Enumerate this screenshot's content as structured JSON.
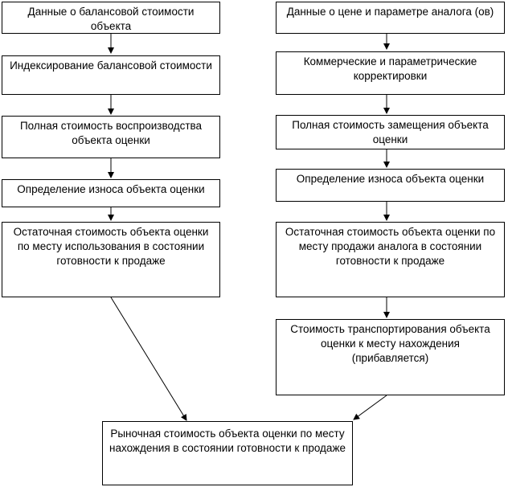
{
  "left": {
    "b1": "Данные о балансовой стоимости объекта",
    "b2": "Индексирование балансовой стоимости",
    "b3": "Полная стоимость воспроизводства объекта оценки",
    "b4": "Определение износа объекта оценки",
    "b5": "Остаточная стоимость объекта оценки по месту использования в состоянии готовности к продаже"
  },
  "right": {
    "b1": "Данные о цене и параметре аналога (ов)",
    "b2": "Коммерческие и параметрические корректировки",
    "b3": "Полная стоимость замещения объекта оценки",
    "b4": "Определение износа объекта оценки",
    "b5": "Остаточная стоимость объекта оценки по месту продажи аналога в состоянии готовности к продаже",
    "b6": "Стоимость транспортирования объекта оценки к месту нахождения (прибавляется)"
  },
  "bottom": {
    "result": "Рыночная стоимость объекта оценки по месту нахождения в состоянии готовности к продаже"
  }
}
